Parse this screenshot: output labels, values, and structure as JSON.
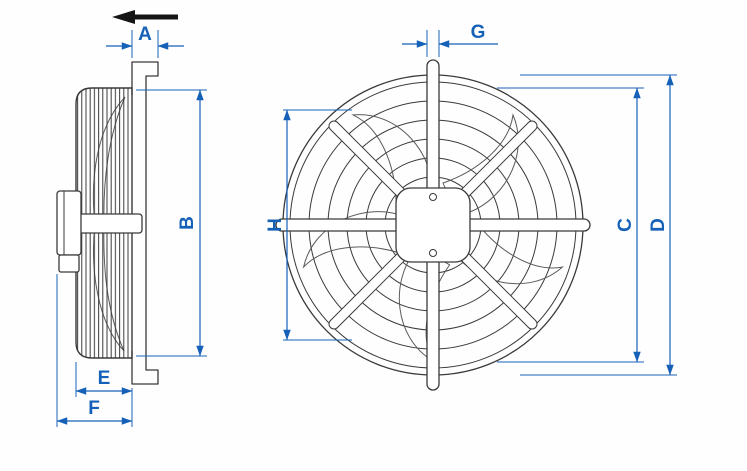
{
  "drawing": {
    "dimension_labels": {
      "A": "A",
      "B": "B",
      "C": "C",
      "D": "D",
      "E": "E",
      "F": "F",
      "G": "G",
      "H": "H"
    },
    "icons": {
      "airflow_direction": "left-arrow"
    },
    "colors": {
      "accent": "#1661b8",
      "line": "#3a3a3a",
      "blade": "#5b5b5b",
      "arrow": "#151515",
      "background": "#fefefe"
    }
  }
}
